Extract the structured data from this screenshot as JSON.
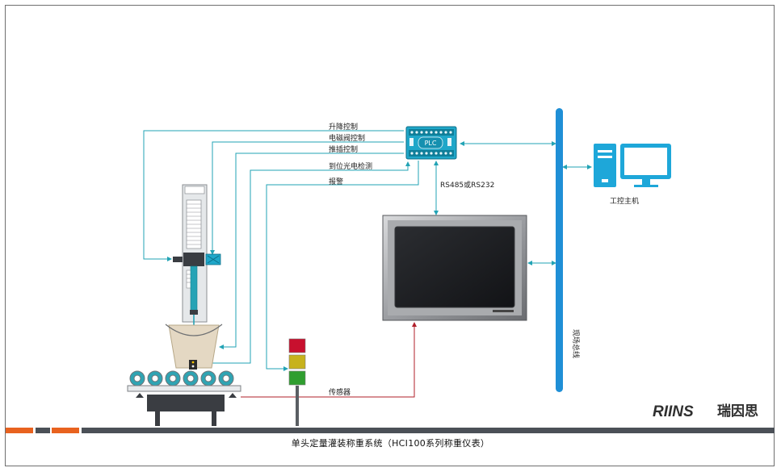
{
  "title": "单头定量灌装称重系统（HCI100系列称重仪表）",
  "brand": {
    "logo_text": "RIINS",
    "logo_cn": "瑞因思"
  },
  "labels": {
    "lift": "升降控制",
    "valve": "电磁阀控制",
    "insert": "推插控制",
    "sensor": "到位光电检测",
    "alarm": "报警",
    "plc": "PLC",
    "rs": "RS485或RS232",
    "pc": "工控主机",
    "bus": "现场总线",
    "load_cell": "传感器"
  },
  "colors": {
    "teal": "#22a3b5",
    "bus_blue": "#1f8fd6",
    "red_line": "#b01f2a",
    "bar_orange": "#e8621f",
    "bar_gray": "#4b5057",
    "lamp_red": "#c8102e",
    "lamp_yellow": "#c7b21c",
    "lamp_green": "#2f9e2f"
  }
}
